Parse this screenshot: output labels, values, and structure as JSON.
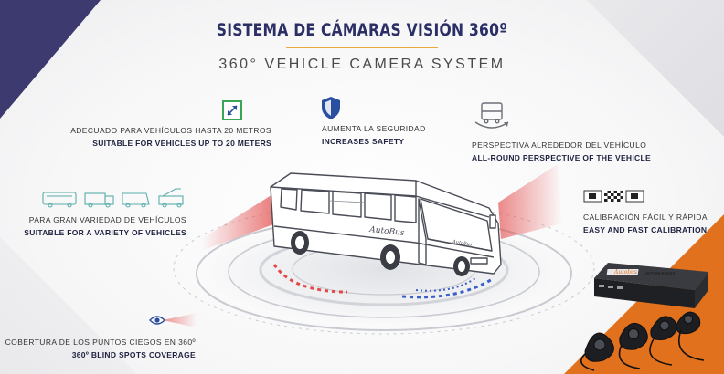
{
  "header": {
    "title": "SISTEMA DE CÁMARAS VISIÓN 360º",
    "subtitle": "360° VEHICLE CAMERA SYSTEM"
  },
  "features": {
    "length": {
      "es": "ADECUADO PARA VEHÍCULOS HASTA 20  METROS",
      "en": "SUITABLE FOR VEHICLES  UP  TO  20 METERS",
      "icon": "resize-arrows-icon"
    },
    "safety": {
      "es": "AUMENTA LA SEGURIDAD",
      "en": "INCREASES SAFETY",
      "icon": "shield-icon"
    },
    "perspective": {
      "es": "PERSPECTIVA ALREDEDOR DEL VEHÍCULO",
      "en": "ALL-ROUND PERSPECTIVE OF THE VEHICLE",
      "icon": "bus-rotate-icon"
    },
    "variety": {
      "es": "PARA GRAN VARIEDAD DE VEHÍCULOS",
      "en": "SUITABLE FOR A VARIETY OF VEHICLES",
      "icon": "vehicles-icon"
    },
    "calibration": {
      "es": "CALIBRACIÓN FÁCIL Y RÁPIDA",
      "en": "EASY AND FAST CALIBRATION",
      "icon": "checkerboard-icon"
    },
    "blindspots": {
      "es": "COBERTURA DE LOS PUNTOS CIEGOS EN 360º",
      "en": "360º  BLIND SPOTS COVERAGE",
      "icon": "eye-cone-icon"
    }
  },
  "branding": {
    "bus_logo": "AutoBus",
    "device_logo": "Autobus",
    "device_model": "AVT360-K5XXX"
  },
  "colors": {
    "navy": "#2b2f66",
    "accent_gold": "#e8a93b",
    "orange": "#e2711d",
    "icon_green": "#3aa655",
    "icon_blue": "#2a4fa0",
    "red_zone": "#e34b4b",
    "blue_zone": "#3b5fc9"
  }
}
